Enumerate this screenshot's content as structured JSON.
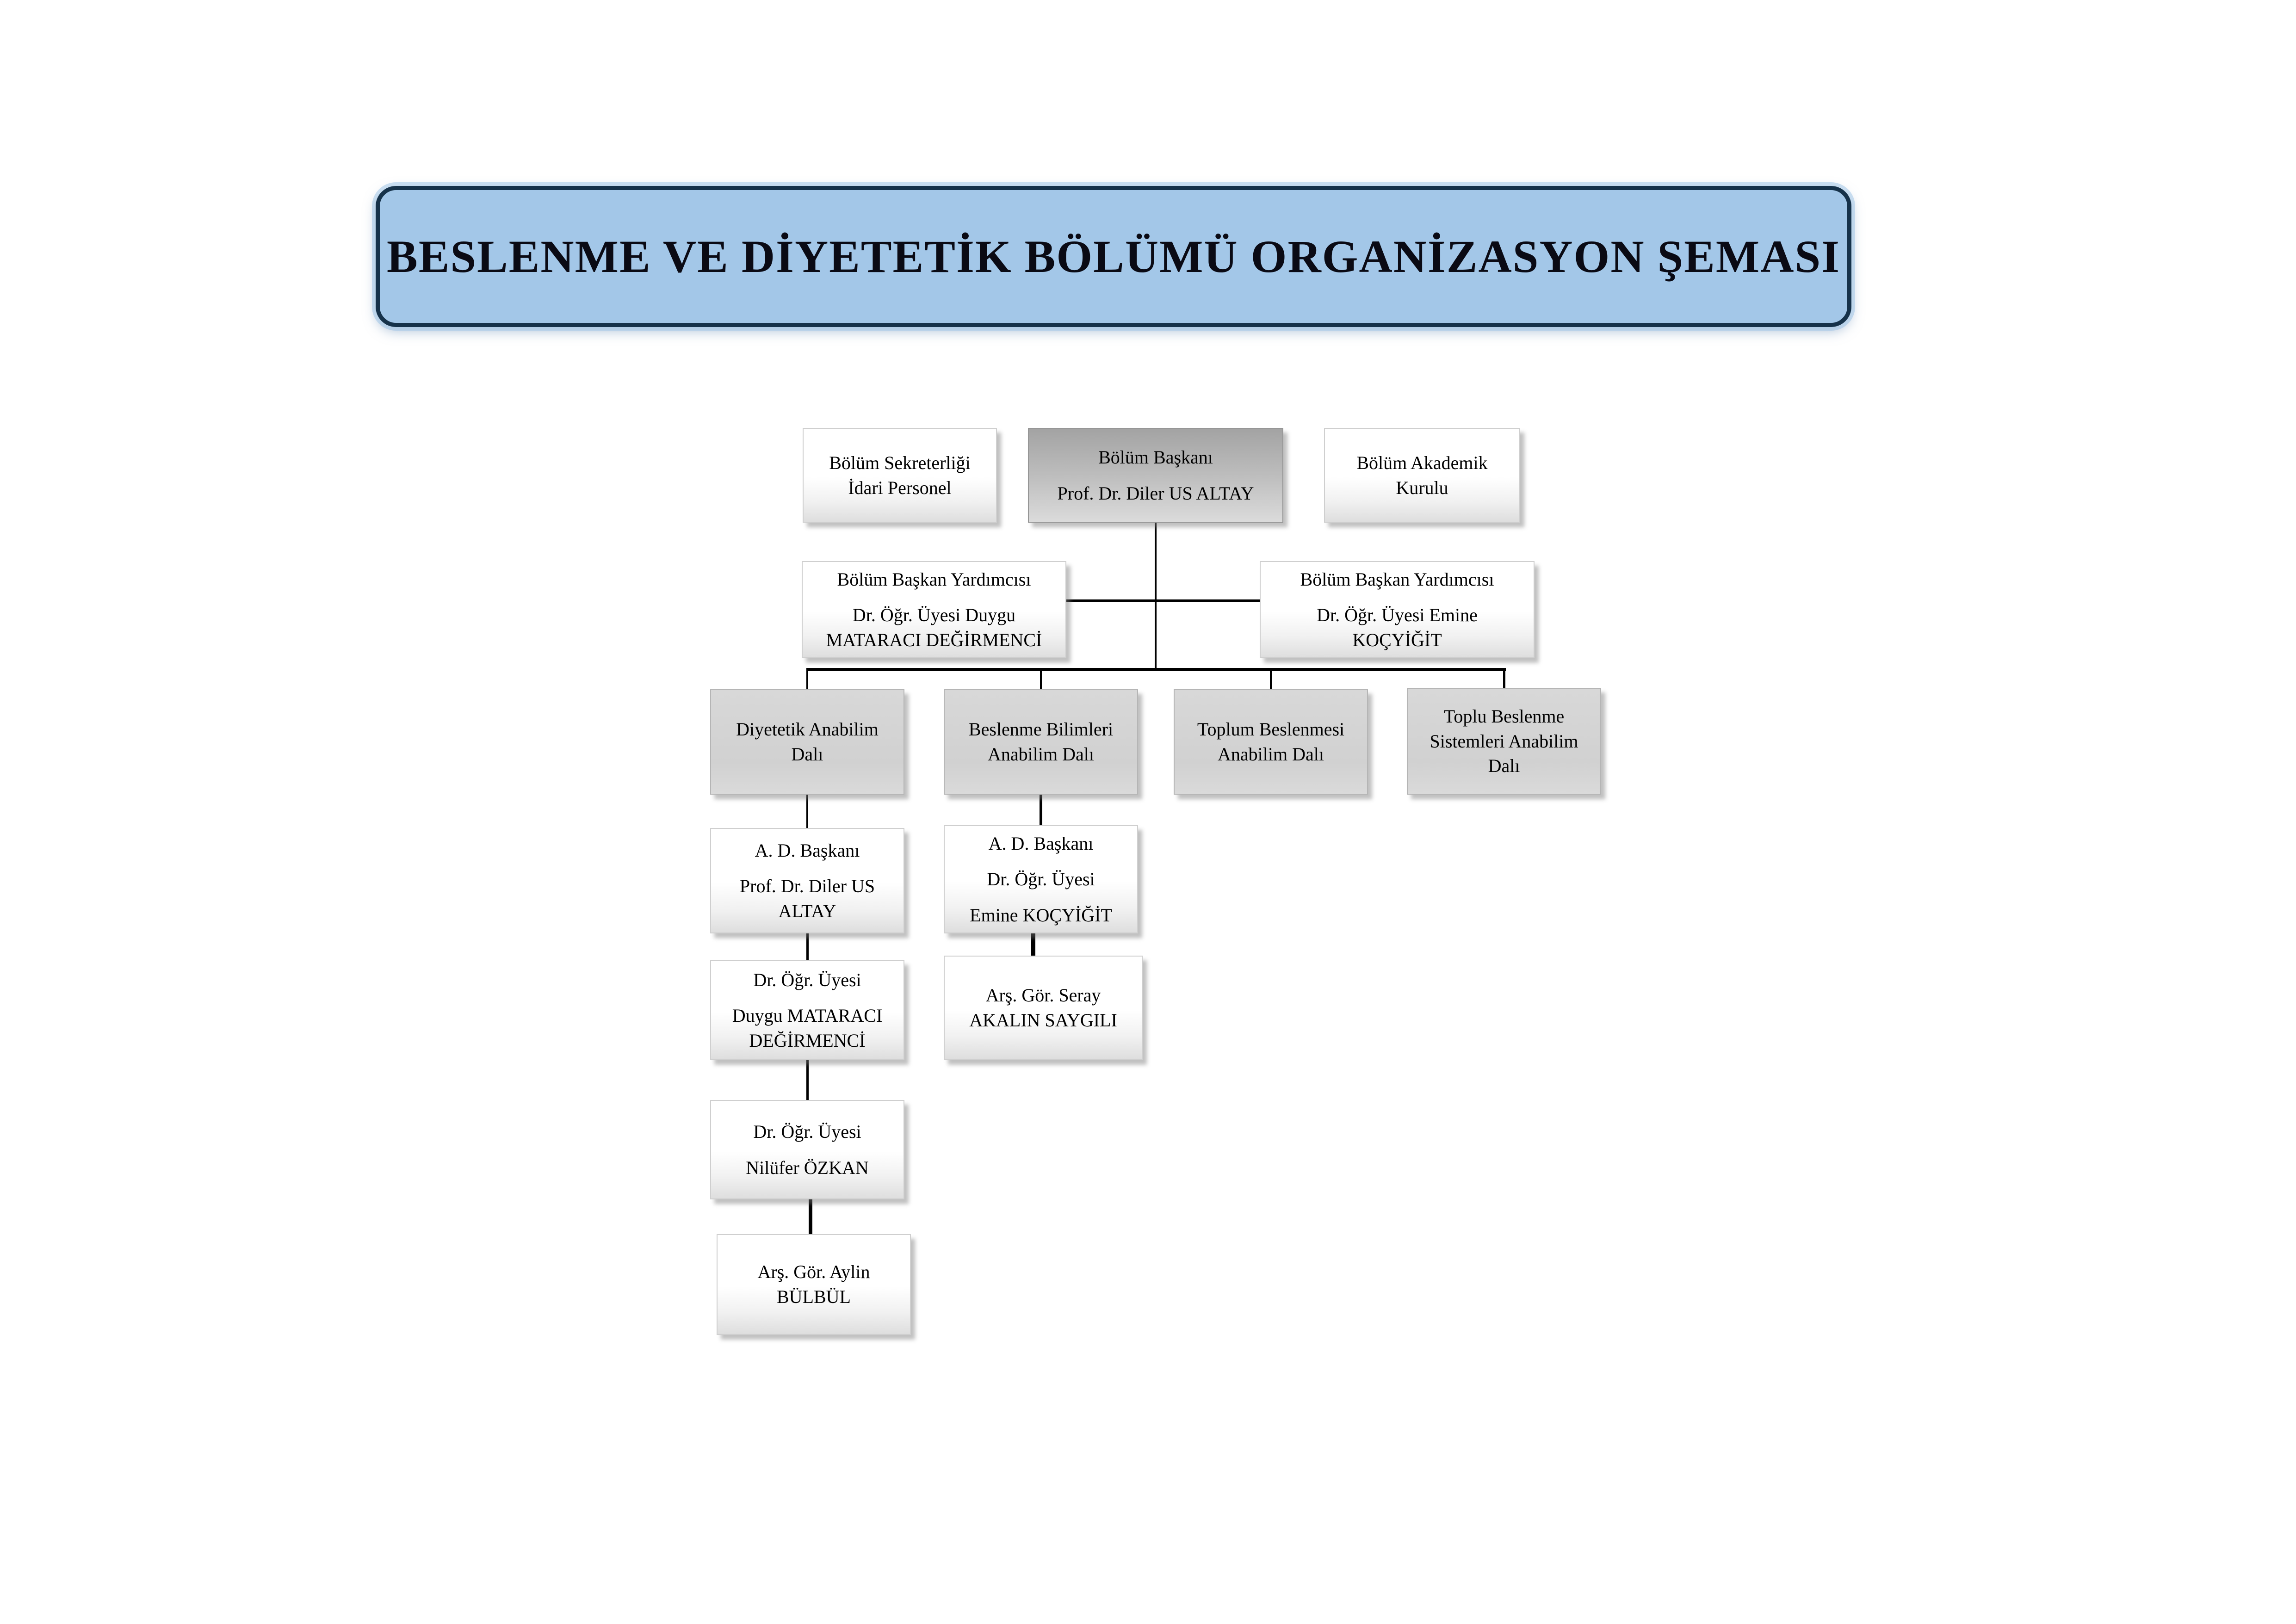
{
  "title": {
    "text": "BESLENME VE DİYETETİK BÖLÜMÜ ORGANİZASYON ŞEMASI"
  },
  "nodes": {
    "secretariat": {
      "paras": [
        "Bölüm Sekreterliği\nİdari Personel"
      ]
    },
    "head": {
      "paras": [
        "Bölüm Başkanı",
        "Prof. Dr. Diler US ALTAY"
      ]
    },
    "academic_board": {
      "paras": [
        "Bölüm Akademik\nKurulu"
      ]
    },
    "deputy_left": {
      "paras": [
        "Bölüm Başkan Yardımcısı",
        "Dr. Öğr. Üyesi Duygu\nMATARACI DEĞİRMENCİ"
      ]
    },
    "deputy_right": {
      "paras": [
        "Bölüm Başkan Yardımcısı",
        "Dr. Öğr. Üyesi Emine\nKOÇYİĞİT"
      ]
    },
    "dept_dietetics": {
      "paras": [
        "Diyetetik Anabilim\nDalı"
      ]
    },
    "dept_nutrition_sciences": {
      "paras": [
        "Beslenme Bilimleri\nAnabilim Dalı"
      ]
    },
    "dept_community_nutrition": {
      "paras": [
        "Toplum Beslenmesi\nAnabilim Dalı"
      ]
    },
    "dept_food_service_systems": {
      "paras": [
        "Toplu Beslenme\nSistemleri Anabilim\nDalı"
      ]
    },
    "dietetics_chair": {
      "paras": [
        "A. D. Başkanı",
        "Prof. Dr. Diler US\nALTAY"
      ]
    },
    "nutrition_chair": {
      "paras": [
        "A. D. Başkanı",
        "Dr. Öğr. Üyesi",
        "Emine KOÇYİĞİT"
      ]
    },
    "dietetics_member1": {
      "paras": [
        "Dr. Öğr. Üyesi",
        "Duygu MATARACI\nDEĞİRMENCİ"
      ]
    },
    "nutrition_member1": {
      "paras": [
        "Arş. Gör. Seray\nAKALIN SAYGILI"
      ]
    },
    "dietetics_member2": {
      "paras": [
        "Dr. Öğr. Üyesi",
        "Nilüfer ÖZKAN"
      ]
    },
    "dietetics_member3": {
      "paras": [
        "Arş. Gör. Aylin\nBÜLBÜL"
      ]
    }
  },
  "colors": {
    "title_fill": "#a3c7e8",
    "title_border": "#16324a",
    "line_color": "#000000",
    "box_gray": "#d3d3d3",
    "head_gradient_top": "#a3a3a3"
  }
}
